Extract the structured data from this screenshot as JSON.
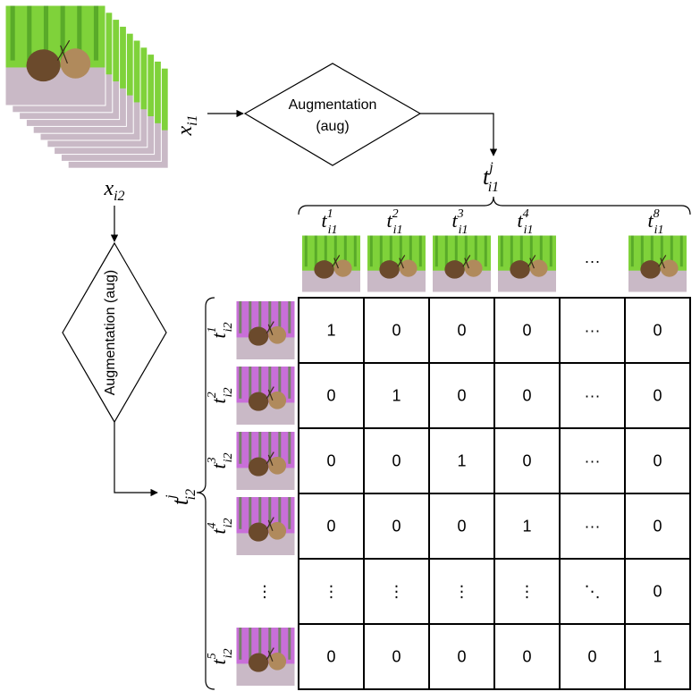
{
  "augment_top": {
    "line1": "Augmentation",
    "line2": "(aug)"
  },
  "augment_left": {
    "label": "Augmentation (aug)"
  },
  "labels": {
    "x_i1": {
      "base": "x",
      "sub": "i1"
    },
    "x_i2": {
      "base": "x",
      "sub": "i2"
    },
    "t_i1_j": {
      "base": "t",
      "sup": "j",
      "sub": "i1"
    },
    "t_i2_j": {
      "base": "t",
      "sup": "j",
      "sub": "i2"
    }
  },
  "columns": [
    {
      "base": "t",
      "sup": "1",
      "sub": "i1"
    },
    {
      "base": "t",
      "sup": "2",
      "sub": "i1"
    },
    {
      "base": "t",
      "sup": "3",
      "sub": "i1"
    },
    {
      "base": "t",
      "sup": "4",
      "sub": "i1"
    },
    {
      "base": "",
      "text": "···"
    },
    {
      "base": "t",
      "sup": "8",
      "sub": "i1"
    }
  ],
  "rows": [
    {
      "base": "t",
      "sup": "1",
      "sub": "i2"
    },
    {
      "base": "t",
      "sup": "2",
      "sub": "i2"
    },
    {
      "base": "t",
      "sup": "3",
      "sub": "i2"
    },
    {
      "base": "t",
      "sup": "4",
      "sub": "i2"
    },
    {
      "base": "",
      "text": "⋮"
    },
    {
      "base": "t",
      "sup": "5",
      "sub": "i2"
    }
  ],
  "matrix": [
    [
      "1",
      "0",
      "0",
      "0",
      "···",
      "0"
    ],
    [
      "0",
      "1",
      "0",
      "0",
      "···",
      "0"
    ],
    [
      "0",
      "0",
      "1",
      "0",
      "···",
      "0"
    ],
    [
      "0",
      "0",
      "0",
      "1",
      "···",
      "0"
    ],
    [
      "⋮",
      "⋮",
      "⋮",
      "⋮",
      "⋱",
      "0"
    ],
    [
      "0",
      "0",
      "0",
      "0",
      "0",
      "1"
    ]
  ],
  "colors": {
    "stroke": "#000000",
    "grass": "#7fd23a",
    "grass_dark": "#3f8f1e",
    "ground": "#c9b9c6",
    "bird": "#6b4a2c",
    "bird_light": "#b08a5c",
    "sky_purple": "#c86fd8"
  }
}
